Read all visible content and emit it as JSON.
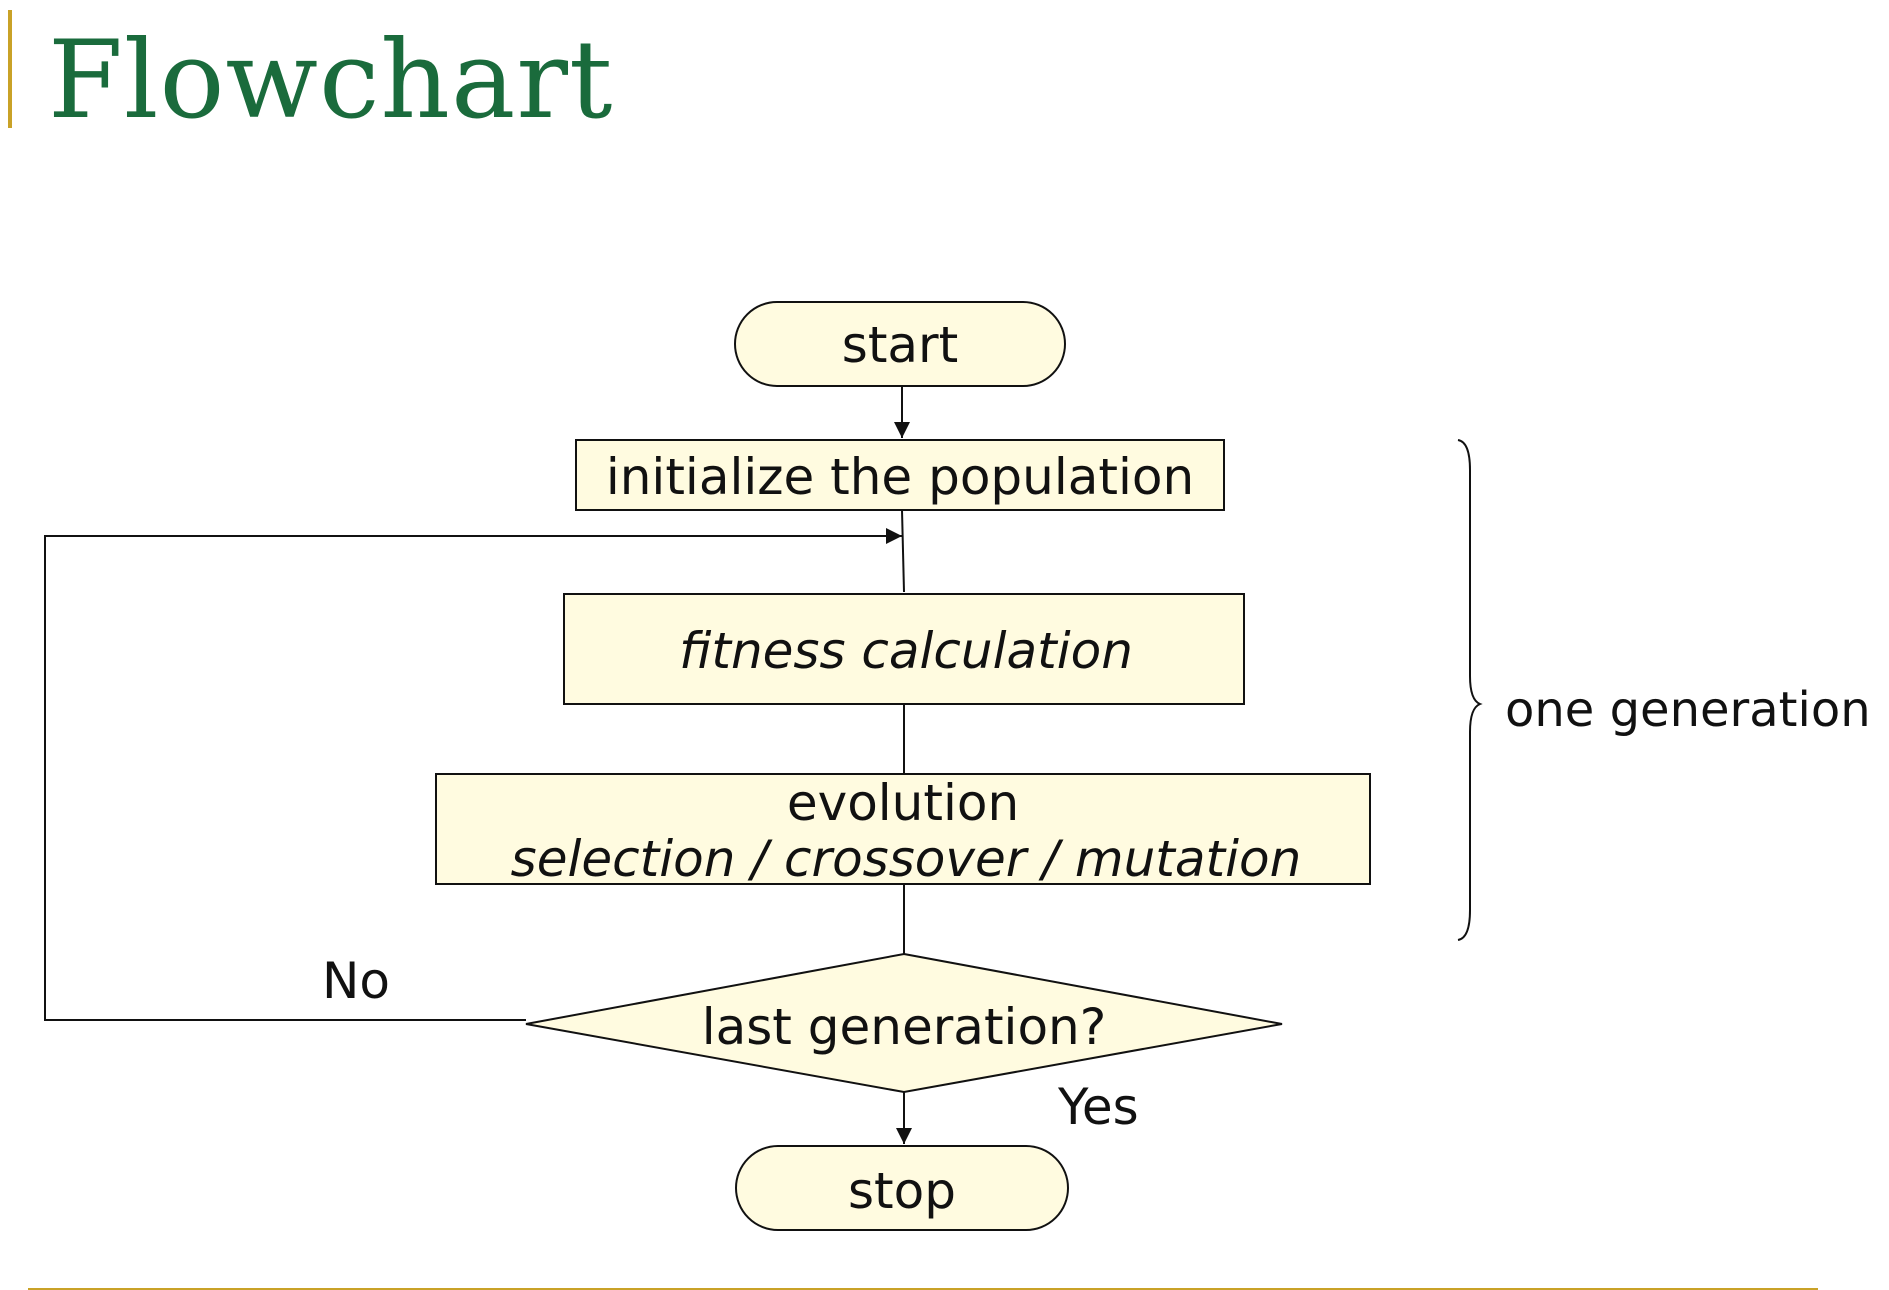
{
  "slide": {
    "title": "Flowchart"
  },
  "nodes": {
    "start": "start",
    "init": "initialize the population",
    "fitness": "fitness calculation",
    "evolution_title": "evolution",
    "evolution_ops": "selection / crossover / mutation",
    "decision": "last generation?",
    "stop": "stop"
  },
  "edges": {
    "no_label": "No",
    "yes_label": "Yes"
  },
  "annotations": {
    "brace_label": "one generation"
  },
  "colors": {
    "title": "#1a6b3c",
    "accent": "#c9a227",
    "node_fill": "#fffbe0",
    "line": "#111111"
  }
}
